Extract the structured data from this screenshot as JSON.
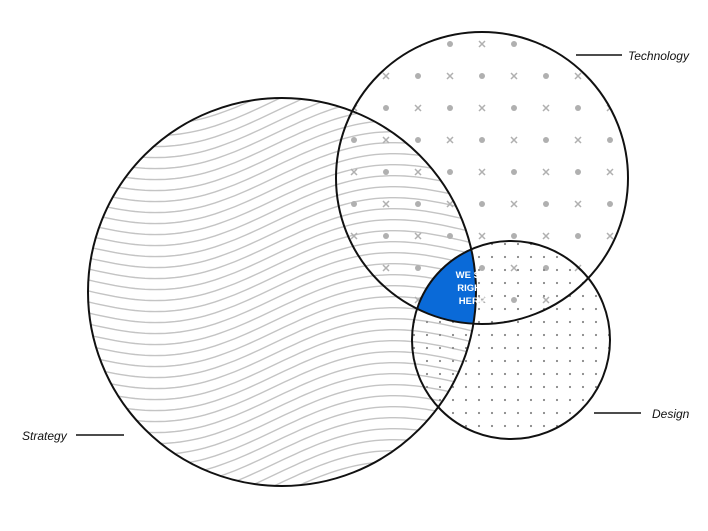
{
  "circles": [
    {
      "id": "strategy",
      "label": "Strategy",
      "pattern": "waves"
    },
    {
      "id": "technology",
      "label": "Technology",
      "pattern": "dots-and-crosses"
    },
    {
      "id": "design",
      "label": "Design",
      "pattern": "dots"
    }
  ],
  "center": {
    "lines": [
      "WE SIT",
      "RIGHT",
      "HERE"
    ],
    "color": "#0a6ad8"
  },
  "colors": {
    "outline": "#111111",
    "pattern": "#c4c4c4",
    "dots": "#888888"
  }
}
